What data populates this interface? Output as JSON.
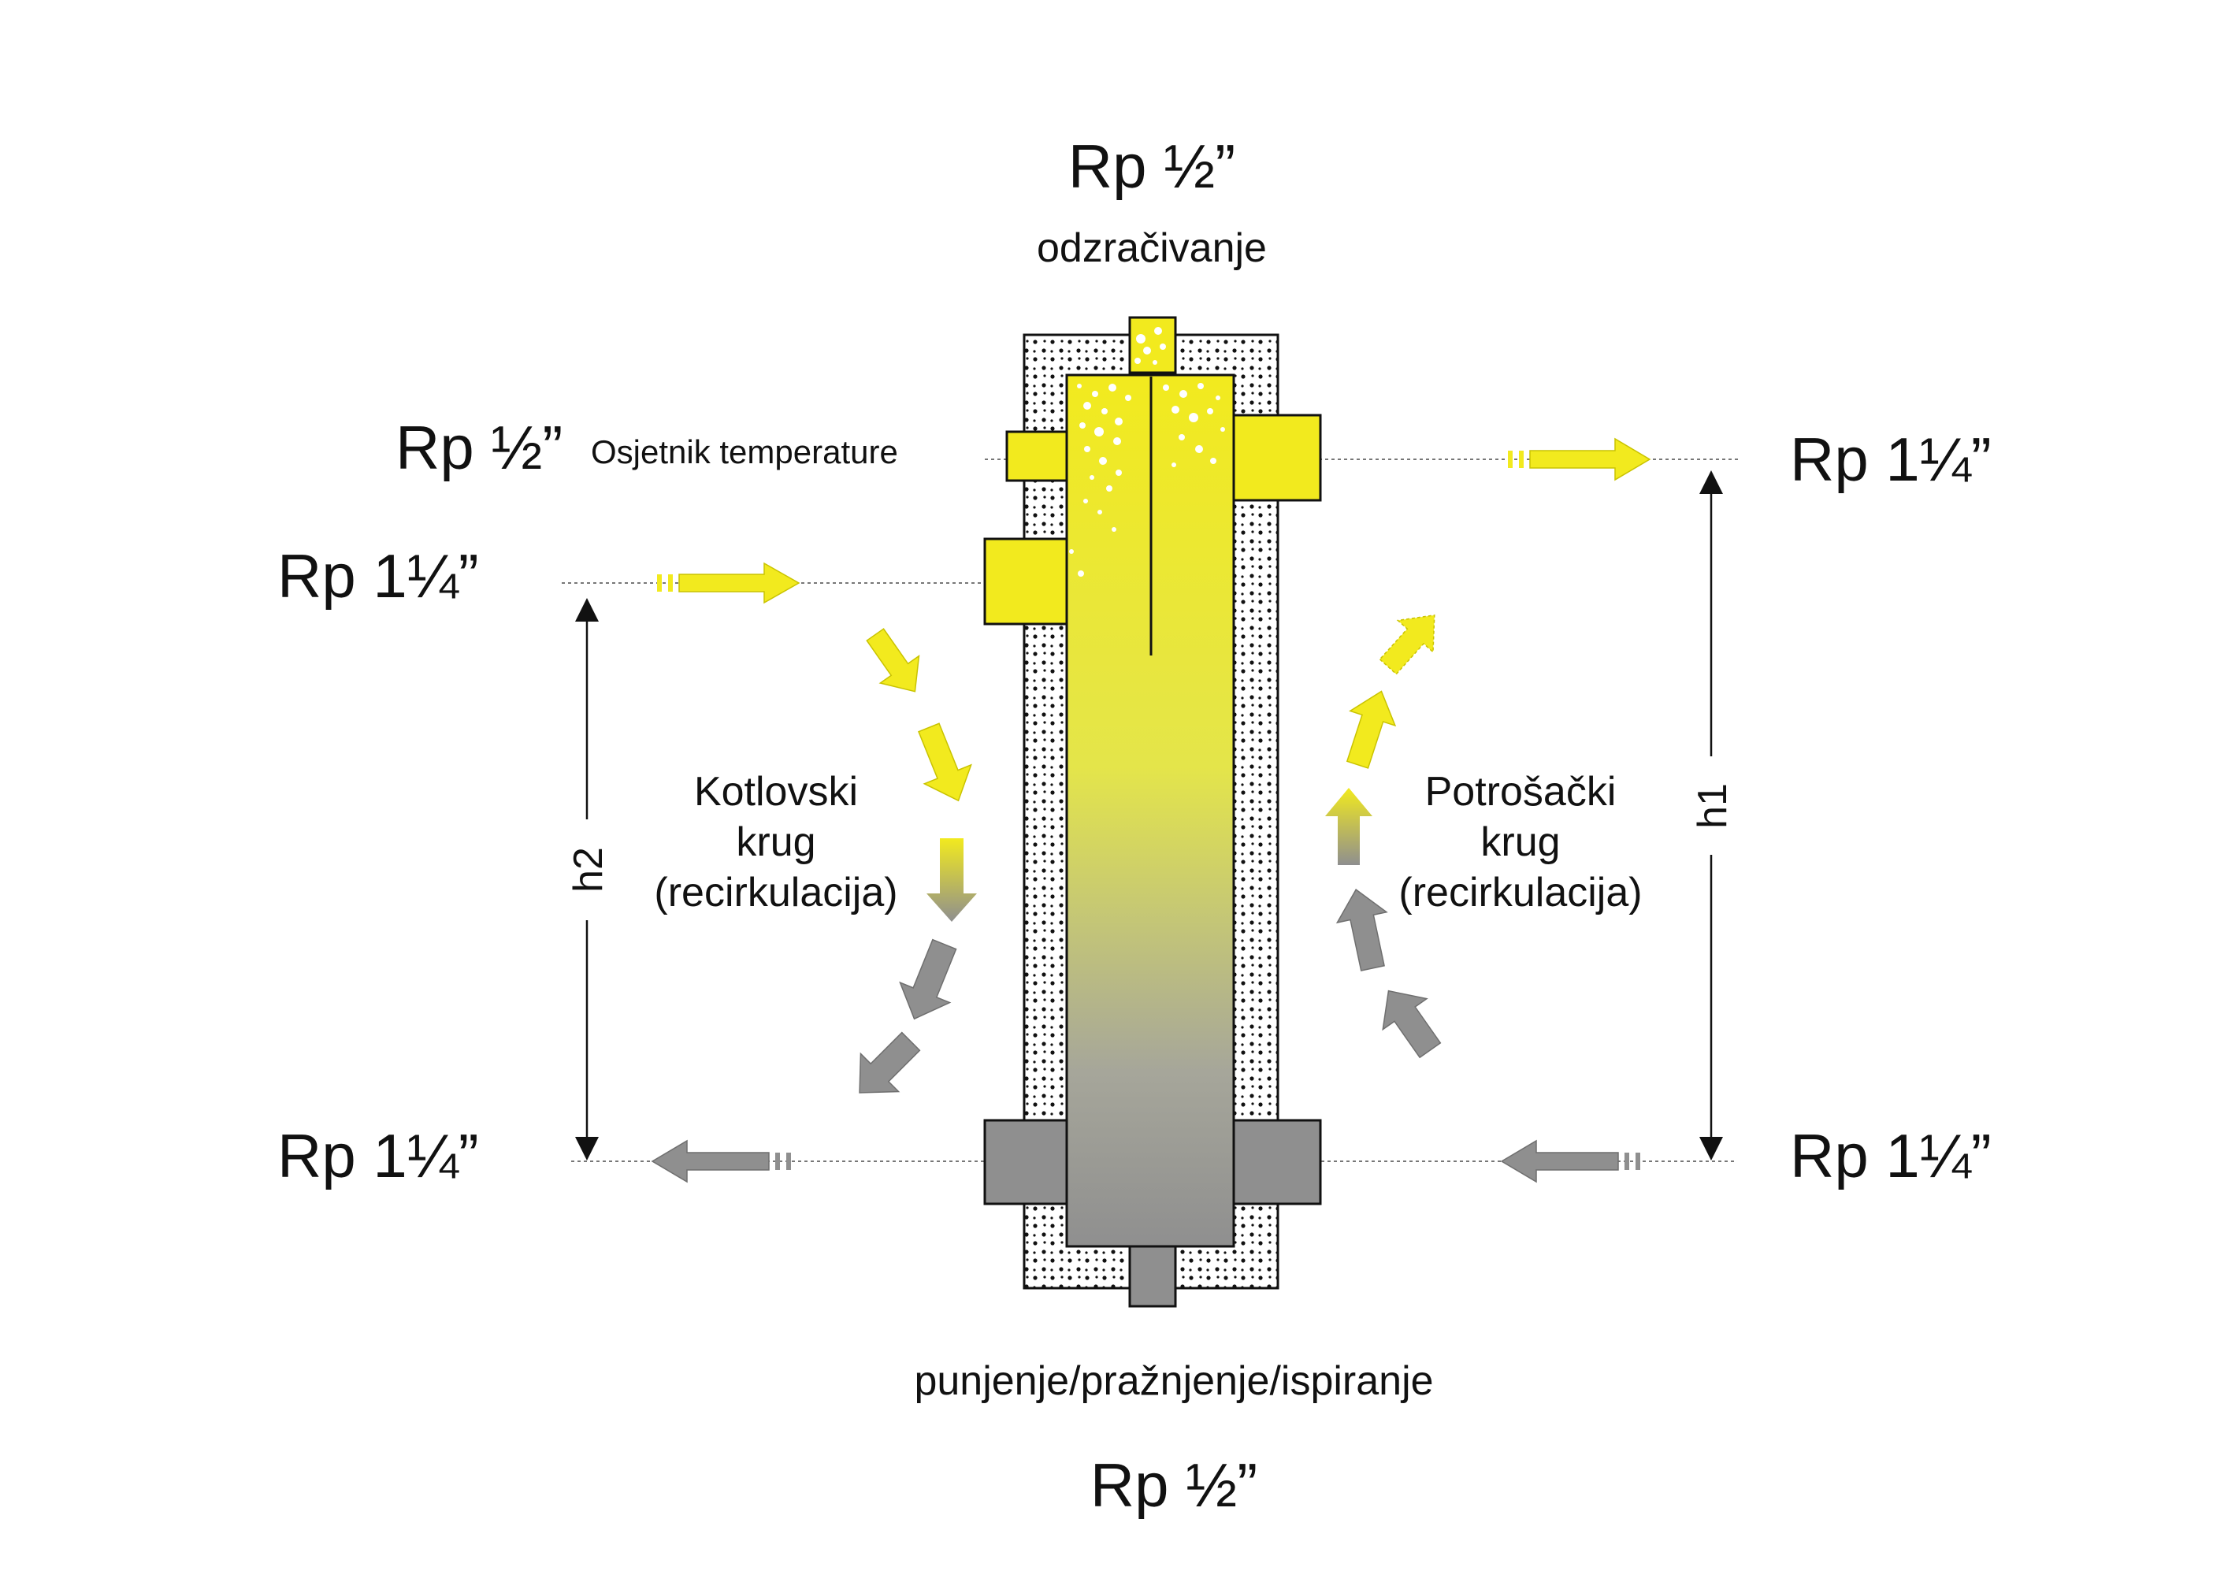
{
  "top_port": {
    "size": "Rp ½”",
    "label": "odzračivanje"
  },
  "sensor_port": {
    "size": "Rp ½”",
    "label": "Osjetnik temperature"
  },
  "left_inlet": {
    "size": "Rp 1¼”"
  },
  "left_outlet": {
    "size": "Rp 1¼”"
  },
  "right_outlet": {
    "size": "Rp 1¼”"
  },
  "right_inlet": {
    "size": "Rp 1¼”"
  },
  "boiler_circuit": {
    "lines": [
      "Kotlovski",
      "krug",
      "(recirkulacija)"
    ]
  },
  "consumer_circuit": {
    "lines": [
      "Potrošački",
      "krug",
      "(recirkulacija)"
    ]
  },
  "dimensions": {
    "h1": "h1",
    "h2": "h2"
  },
  "bottom_port": {
    "label": "punjenje/pražnjenje/ispiranje",
    "size": "Rp ½”"
  },
  "colors": {
    "hot": "#f2ea1e",
    "cold": "#8f8f8f",
    "outline": "#1a1a1a",
    "insulation": "#ffffff"
  }
}
